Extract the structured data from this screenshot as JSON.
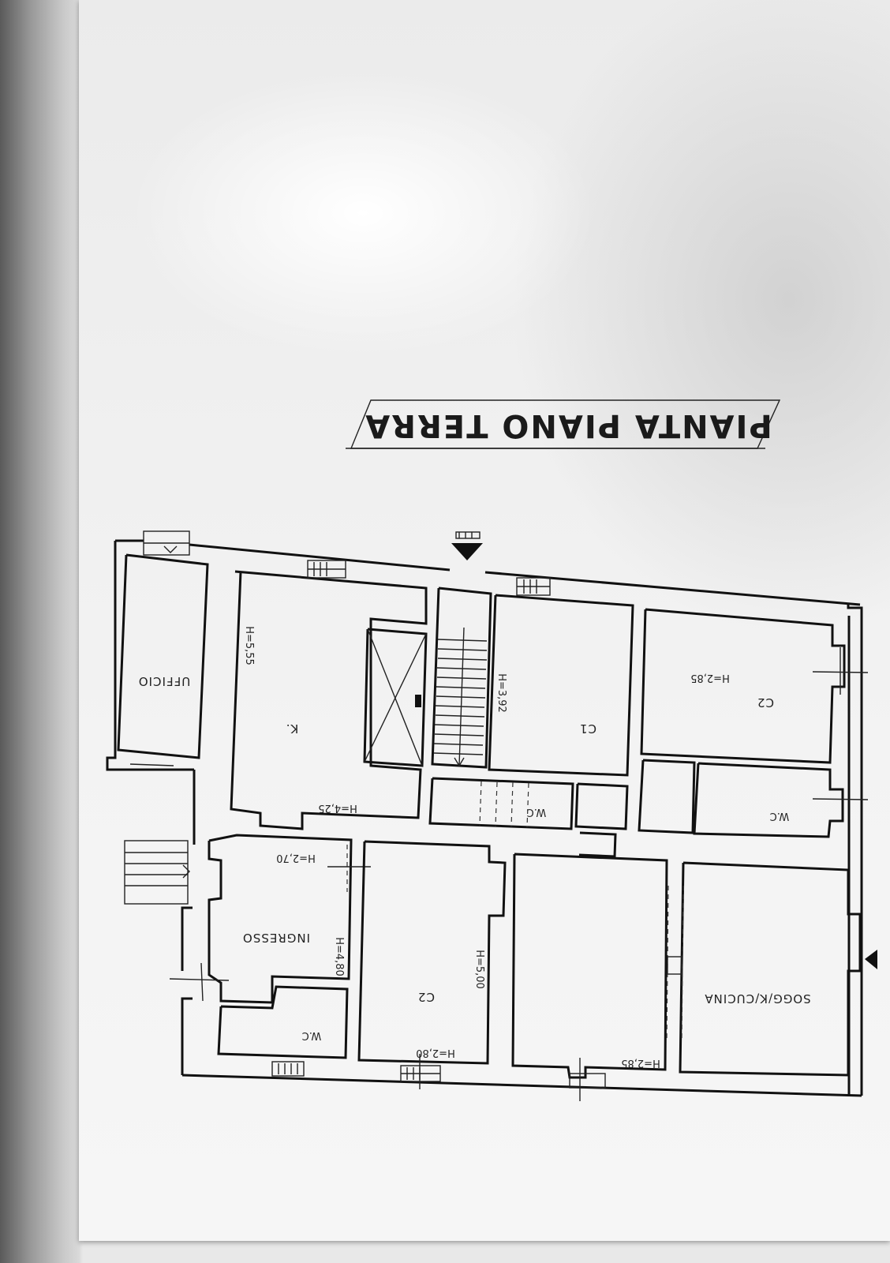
{
  "drawing": {
    "title": "PIANTA PIANO TERRA",
    "rooms": {
      "ufficio": "UFFICIO",
      "kitchen": "K.",
      "c1": "C1",
      "c2_top": "C2",
      "wc_top": "W.C",
      "wc_mid": "W.C",
      "ingresso": "INGRESSO",
      "wc_bottom": "W.C",
      "c2_bottom": "C2",
      "soggiorno": "SOGG/K/CUCINA"
    },
    "heights": {
      "h_555": "H=5,55",
      "h_392": "H=3,92",
      "h_285_top": "H=2,85",
      "h_425": "H=4,25",
      "h_270": "H=2,70",
      "h_480": "H=4,80",
      "h_500": "H=5,00",
      "h_280": "H=2,80",
      "h_285_bottom": "H=2,85"
    }
  }
}
